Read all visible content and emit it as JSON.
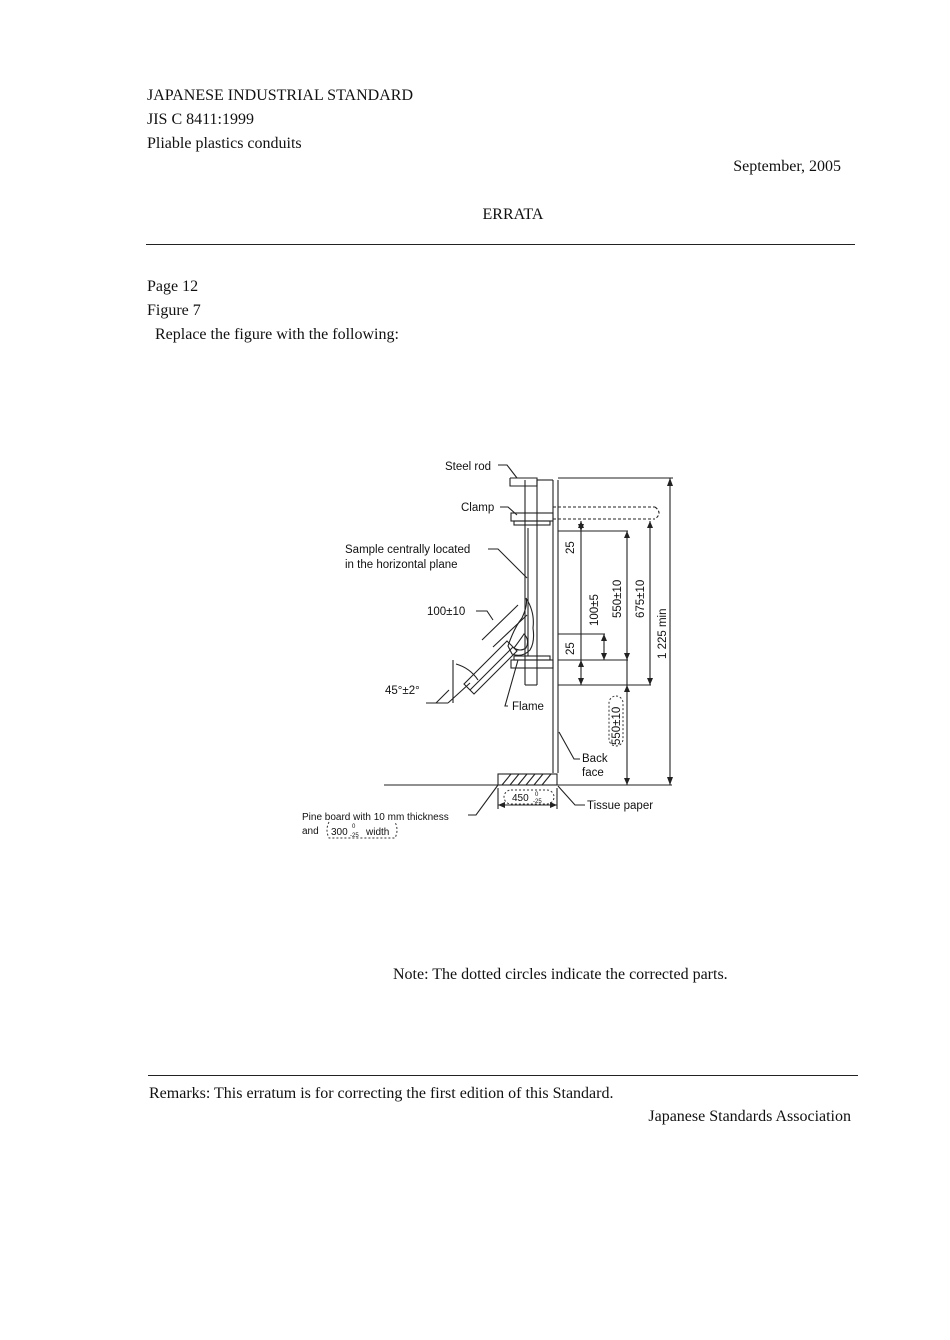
{
  "header": {
    "line1": "JAPANESE INDUSTRIAL STANDARD",
    "line2": "JIS C 8411:1999",
    "line3": "Pliable plastics conduits",
    "date": "September, 2005",
    "title": "ERRATA"
  },
  "body": {
    "page": "Page 12",
    "figure": "Figure 7",
    "instruction": "Replace the figure with the following:"
  },
  "figure": {
    "labels": {
      "steel_rod": "Steel rod",
      "clamp": "Clamp",
      "sample_line1": "Sample centrally located",
      "sample_line2": "in the horizontal plane",
      "distance_100": "100±10",
      "angle": "45°±2°",
      "flame": "Flame",
      "back_face_line1": "Back",
      "back_face_line2": "face",
      "tissue_paper": "Tissue paper",
      "pine_line1": "Pine board with 10 mm thickness",
      "pine_line2_prefix": "and",
      "pine_width_value": "300",
      "pine_width_tol_upper": "0",
      "pine_width_tol_lower": "-25",
      "pine_width_suffix": "width"
    },
    "dimensions": {
      "d25_top": "25",
      "d25_lower": "25",
      "d100": "100±5",
      "d550": "550±10",
      "d675": "675±10",
      "d1225": "1 225 min",
      "d550_corrected": "550±10",
      "d450_value": "450",
      "d450_tol_upper": "0",
      "d450_tol_lower": "-25"
    }
  },
  "note": "Note: The dotted circles indicate the corrected parts.",
  "footer": {
    "remarks": "Remarks: This erratum is for correcting the first edition of this Standard.",
    "publisher": "Japanese Standards Association"
  }
}
